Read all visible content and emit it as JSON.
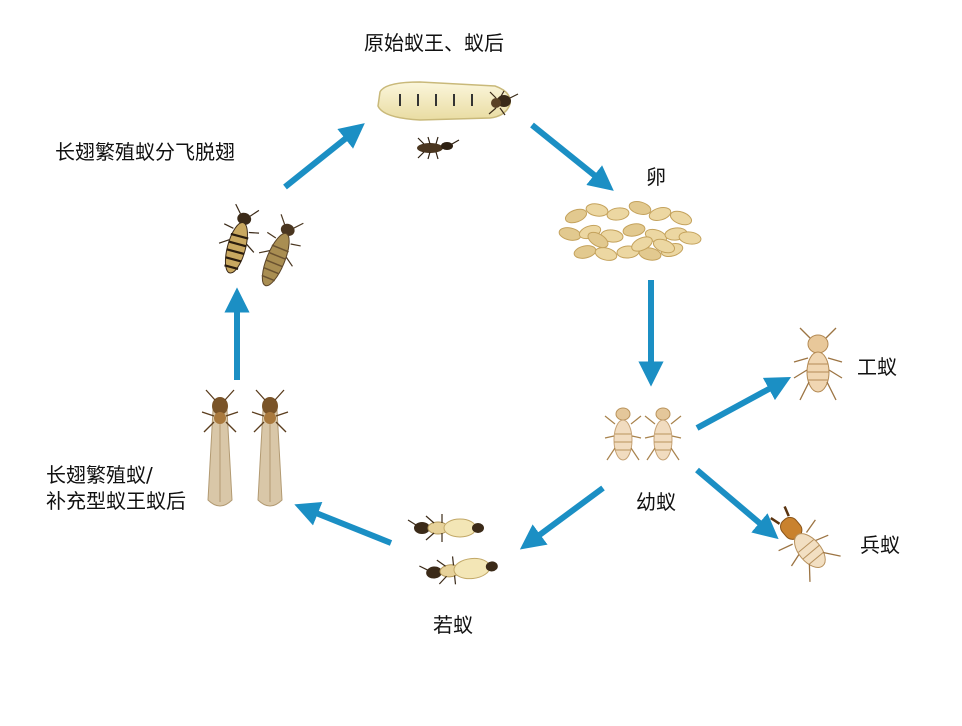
{
  "diagram": {
    "accent_color": "#1b8fc4",
    "stages": {
      "queen_king": "原始蚁王、蚁后",
      "egg": "卵",
      "larva": "幼蚁",
      "worker": "工蚁",
      "soldier": "兵蚁",
      "nymph": "若蚁",
      "alate_line1": "长翅繁殖蚁/",
      "alate_line2": "补充型蚁王蚁后",
      "swarming": "长翅繁殖蚁分飞脱翅"
    },
    "icons": [
      "queen-termite-icon",
      "king-termite-icon",
      "egg-cluster-icon",
      "larva-termite-icon",
      "worker-termite-icon",
      "soldier-termite-icon",
      "nymph-termite-icon",
      "winged-alate-icon",
      "dealate-termite-icon"
    ]
  }
}
